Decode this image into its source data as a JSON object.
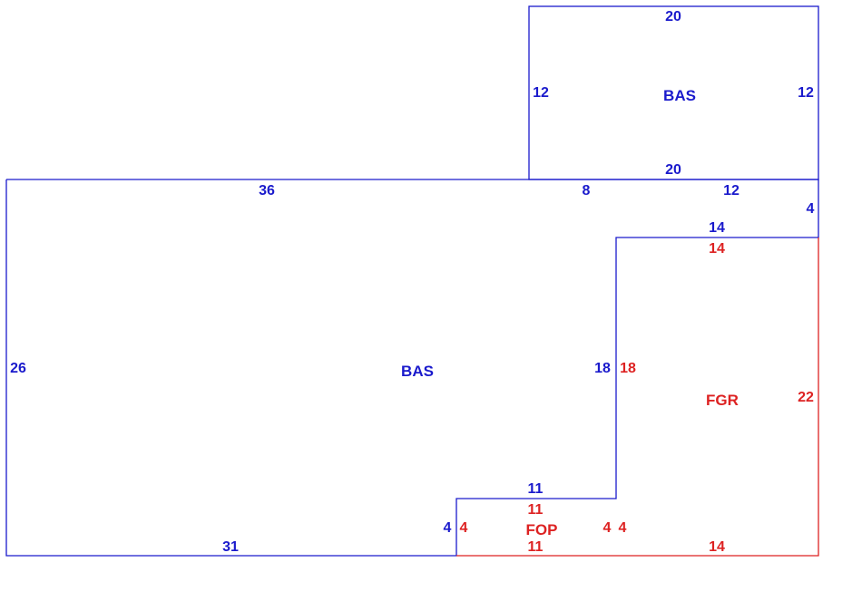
{
  "colors": {
    "bas": "#1a1acc",
    "garage_porch": "#dd2222",
    "background": "#ffffff"
  },
  "areas": {
    "bas_main": "BAS",
    "bas_upper": "BAS",
    "fgr": "FGR",
    "fop": "FOP"
  },
  "dimensions": {
    "upper_top": "20",
    "upper_left": "12",
    "upper_right": "12",
    "upper_bottom": "20",
    "main_top_left": "36",
    "main_top_mid": "8",
    "main_top_right": "12",
    "main_right_step": "4",
    "main_left": "26",
    "main_bottom": "31",
    "main_step_top": "14",
    "main_step_side": "18",
    "main_porch_top": "11",
    "main_porch_side": "4",
    "fgr_top": "14",
    "fgr_left": "18",
    "fgr_right": "22",
    "fgr_bottom": "14",
    "fgr_porch_side": "4",
    "fop_top": "11",
    "fop_left": "4",
    "fop_bottom": "11"
  }
}
